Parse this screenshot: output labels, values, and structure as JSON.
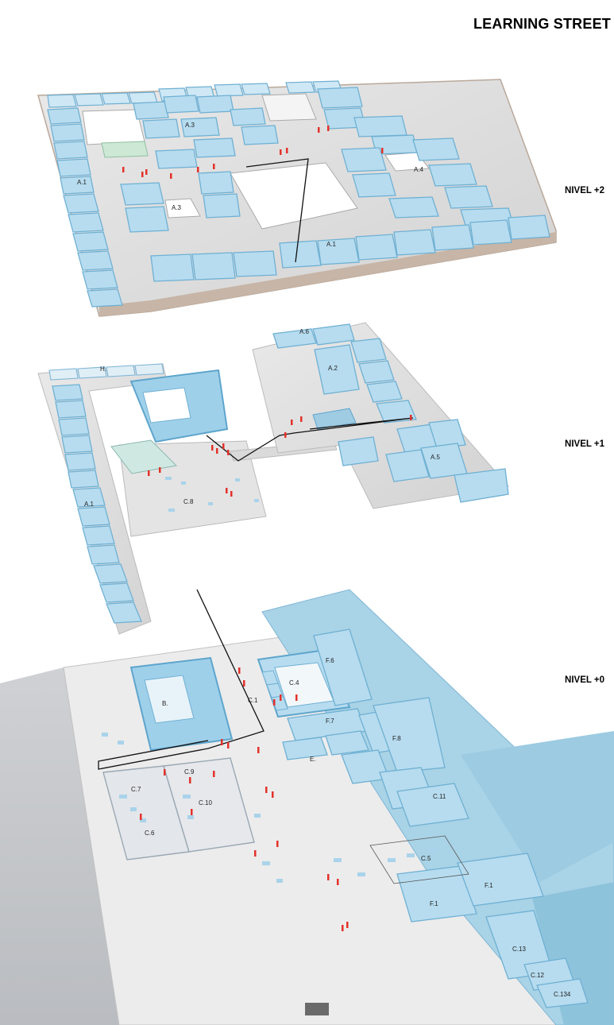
{
  "title": "LEARNING STREET",
  "levels": {
    "plus2": {
      "label": "NIVEL +2"
    },
    "plus1": {
      "label": "NIVEL +1"
    },
    "zero": {
      "label": "NIVEL +0"
    }
  },
  "rooms": {
    "plus2": [
      "A.3",
      "A.1",
      "A.3",
      "A.4",
      "A.1"
    ],
    "plus1": [
      "A.6",
      "H.",
      "A.2",
      "A.1",
      "C.8",
      "A.5"
    ],
    "zero": [
      "F.6",
      "C.4",
      "B.",
      "C.1",
      "F.7",
      "F.8",
      "E.",
      "C.9",
      "C.7",
      "C.10",
      "C.11",
      "C.6",
      "C.5",
      "F.1",
      "F.1",
      "C.13",
      "C.12",
      "C.134"
    ]
  },
  "colors": {
    "room_blue": "#b7dcef",
    "wall_blue": "#8cc4e0",
    "slab": "#dcdcdc",
    "ground": "#c8cacd",
    "figures": "#e3322a",
    "circulation_line": "#111111"
  }
}
